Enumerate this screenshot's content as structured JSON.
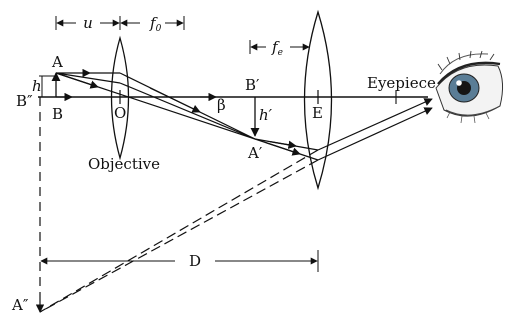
{
  "labels": {
    "u": "u",
    "f0_main": "f",
    "f0_sub": "0",
    "fe_main": "f",
    "fe_sub": "e",
    "A": "A",
    "B": "B",
    "h": "h",
    "B_double": "B″",
    "O": "O",
    "beta": "β",
    "B_prime": "B′",
    "h_prime": "h′",
    "A_prime": "A′",
    "E": "E",
    "eyepiece": "Eyepiece",
    "objective": "Objective",
    "D": "D",
    "A_double": "A″"
  }
}
